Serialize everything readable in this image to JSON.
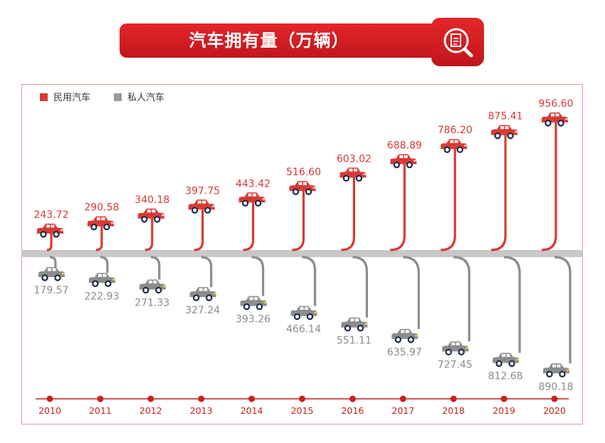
{
  "header": {
    "title": "汽车拥有量（万辆）",
    "icon": "document-search-icon"
  },
  "legend": {
    "civilian": "民用汽车",
    "private": "私人汽车"
  },
  "colors": {
    "civilian": "#d93a34",
    "private": "#8c8c8c",
    "axis": "#c8c8c8",
    "timeline": "#c8201f"
  },
  "chart_data": {
    "type": "bar",
    "categories": [
      "2010",
      "2011",
      "2012",
      "2013",
      "2014",
      "2015",
      "2016",
      "2017",
      "2018",
      "2019",
      "2020"
    ],
    "series": [
      {
        "name": "民用汽车",
        "values": [
          243.72,
          290.58,
          340.18,
          397.75,
          443.42,
          516.6,
          603.02,
          688.89,
          786.2,
          875.41,
          956.6
        ],
        "labels": [
          "243.72",
          "290.58",
          "340.18",
          "397.75",
          "443.42",
          "516.60",
          "603.02",
          "688.89",
          "786.20",
          "875.41",
          "956.60"
        ]
      },
      {
        "name": "私人汽车",
        "values": [
          179.57,
          222.93,
          271.33,
          327.24,
          393.26,
          466.14,
          551.11,
          635.97,
          727.45,
          812.68,
          890.18
        ],
        "labels": [
          "179.57",
          "222.93",
          "271.33",
          "327.24",
          "393.26",
          "466.14",
          "551.11",
          "635.97",
          "727.45",
          "812.68",
          "890.18"
        ]
      }
    ],
    "title": "汽车拥有量（万辆）",
    "legend_position": "top-left",
    "grid": false
  }
}
